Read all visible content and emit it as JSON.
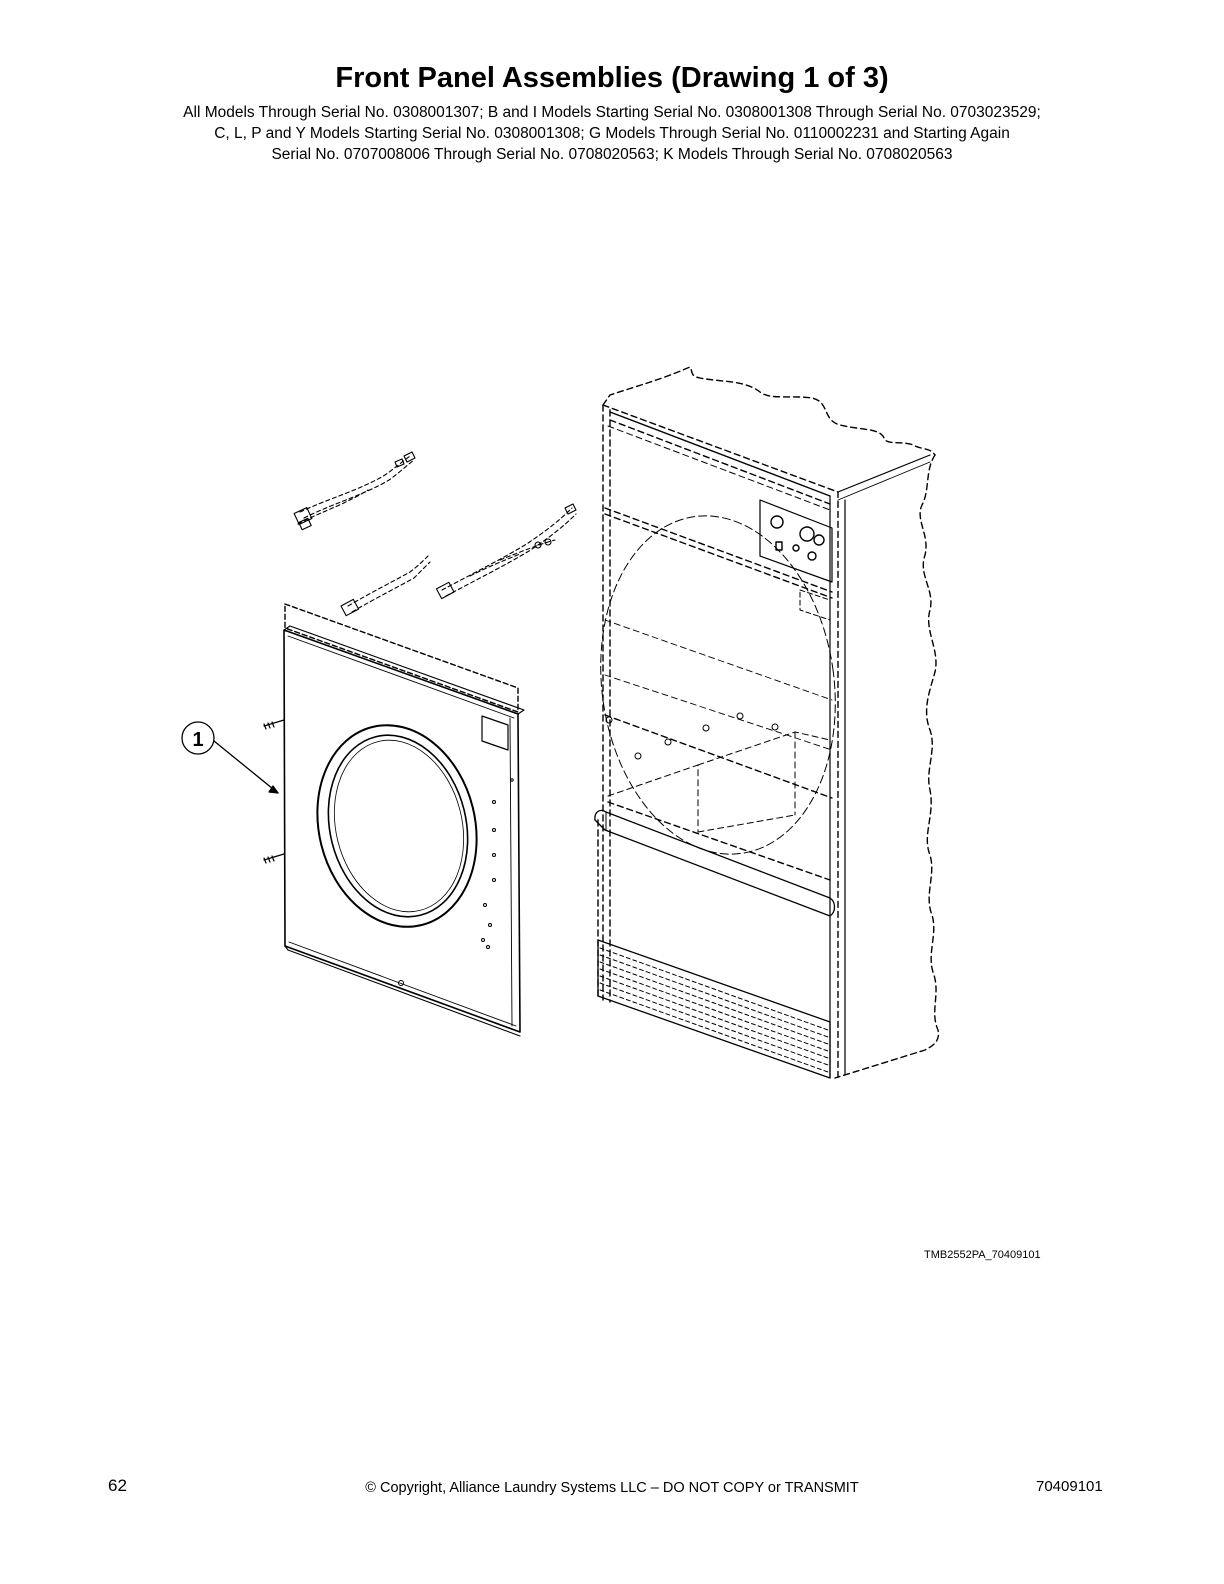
{
  "header": {
    "title": "Front Panel Assemblies (Drawing 1 of 3)",
    "subtitle_lines": [
      "All Models Through Serial No. 0308001307; B and I Models Starting Serial No. 0308001308 Through Serial No. 0703023529;",
      "C, L, P and Y Models Starting Serial No. 0308001308; G Models Through Serial No. 0110002231 and Starting Again",
      "Serial No. 0707008006 Through Serial No. 0708020563; K Models Through Serial No. 0708020563"
    ]
  },
  "diagram": {
    "callouts": [
      {
        "label": "1"
      }
    ],
    "drawing_id": "TMB2552PA_70409101"
  },
  "footer": {
    "page_number": "62",
    "copyright": "© Copyright, Alliance Laundry Systems LLC – DO NOT COPY or TRANSMIT",
    "document_number": "70409101"
  }
}
